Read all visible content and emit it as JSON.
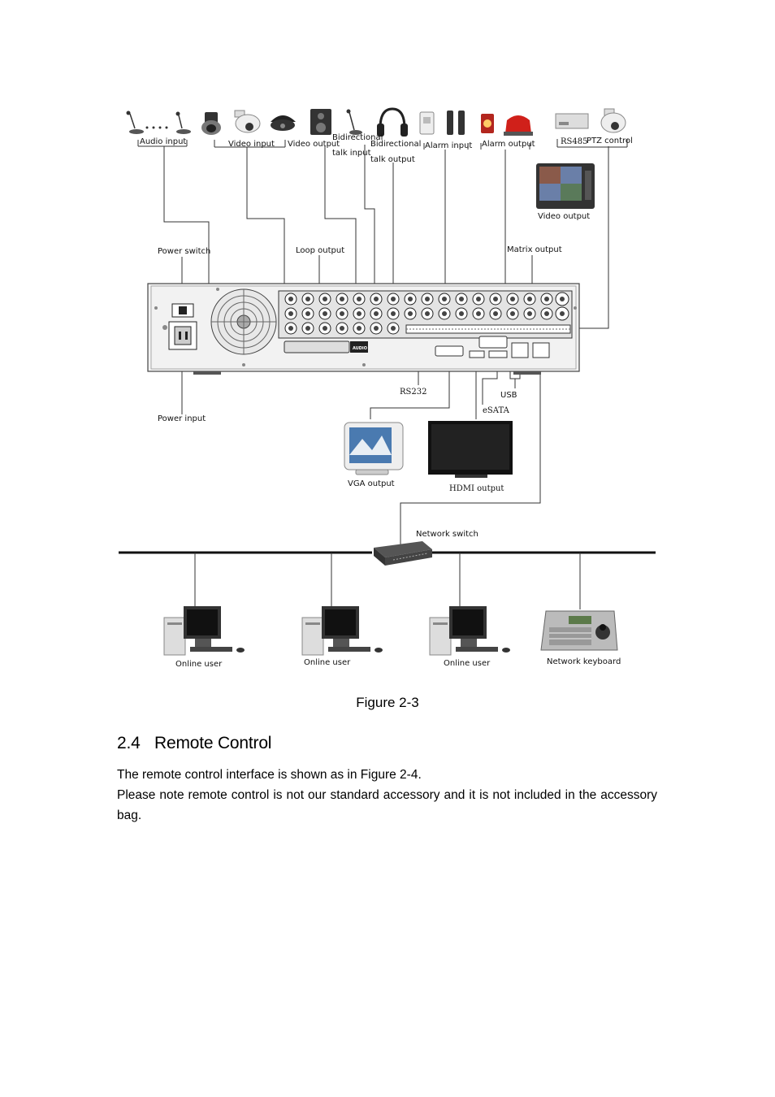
{
  "figure": {
    "labels": {
      "audio_input": "Audio input",
      "video_input": "Video input",
      "video_output_top": "Video output",
      "bidirectional_talk_input_1": "Bidirectional",
      "bidirectional_talk_input_2": "talk input",
      "bidirectional_talk_output_1": "Bidirectional",
      "bidirectional_talk_output_2": "talk output",
      "alarm_input": "Alarm input",
      "alarm_output": "Alarm output",
      "rs485": "RS485",
      "ptz_control": "PTZ control",
      "video_output_monitor": "Video output",
      "power_switch": "Power switch",
      "loop_output": "Loop output",
      "matrix_output": "Matrix output",
      "audio_panel": "AUDIO",
      "rs232": "RS232",
      "usb": "USB",
      "esata": "eSATA",
      "power_input": "Power input",
      "vga_output": "VGA output",
      "hdmi_output": "HDMI output",
      "network_switch": "Network switch",
      "online_user_1": "Online user",
      "online_user_2": "Online user",
      "online_user_3": "Online user",
      "network_keyboard": "Network keyboard"
    },
    "caption": "Figure 2-3"
  },
  "section": {
    "number": "2.4",
    "title": "Remote Control"
  },
  "paragraphs": {
    "p1": "The remote control interface is shown as in Figure 2-4.",
    "p2": "Please note remote control is not our standard accessory and it is not included in the accessory bag."
  }
}
